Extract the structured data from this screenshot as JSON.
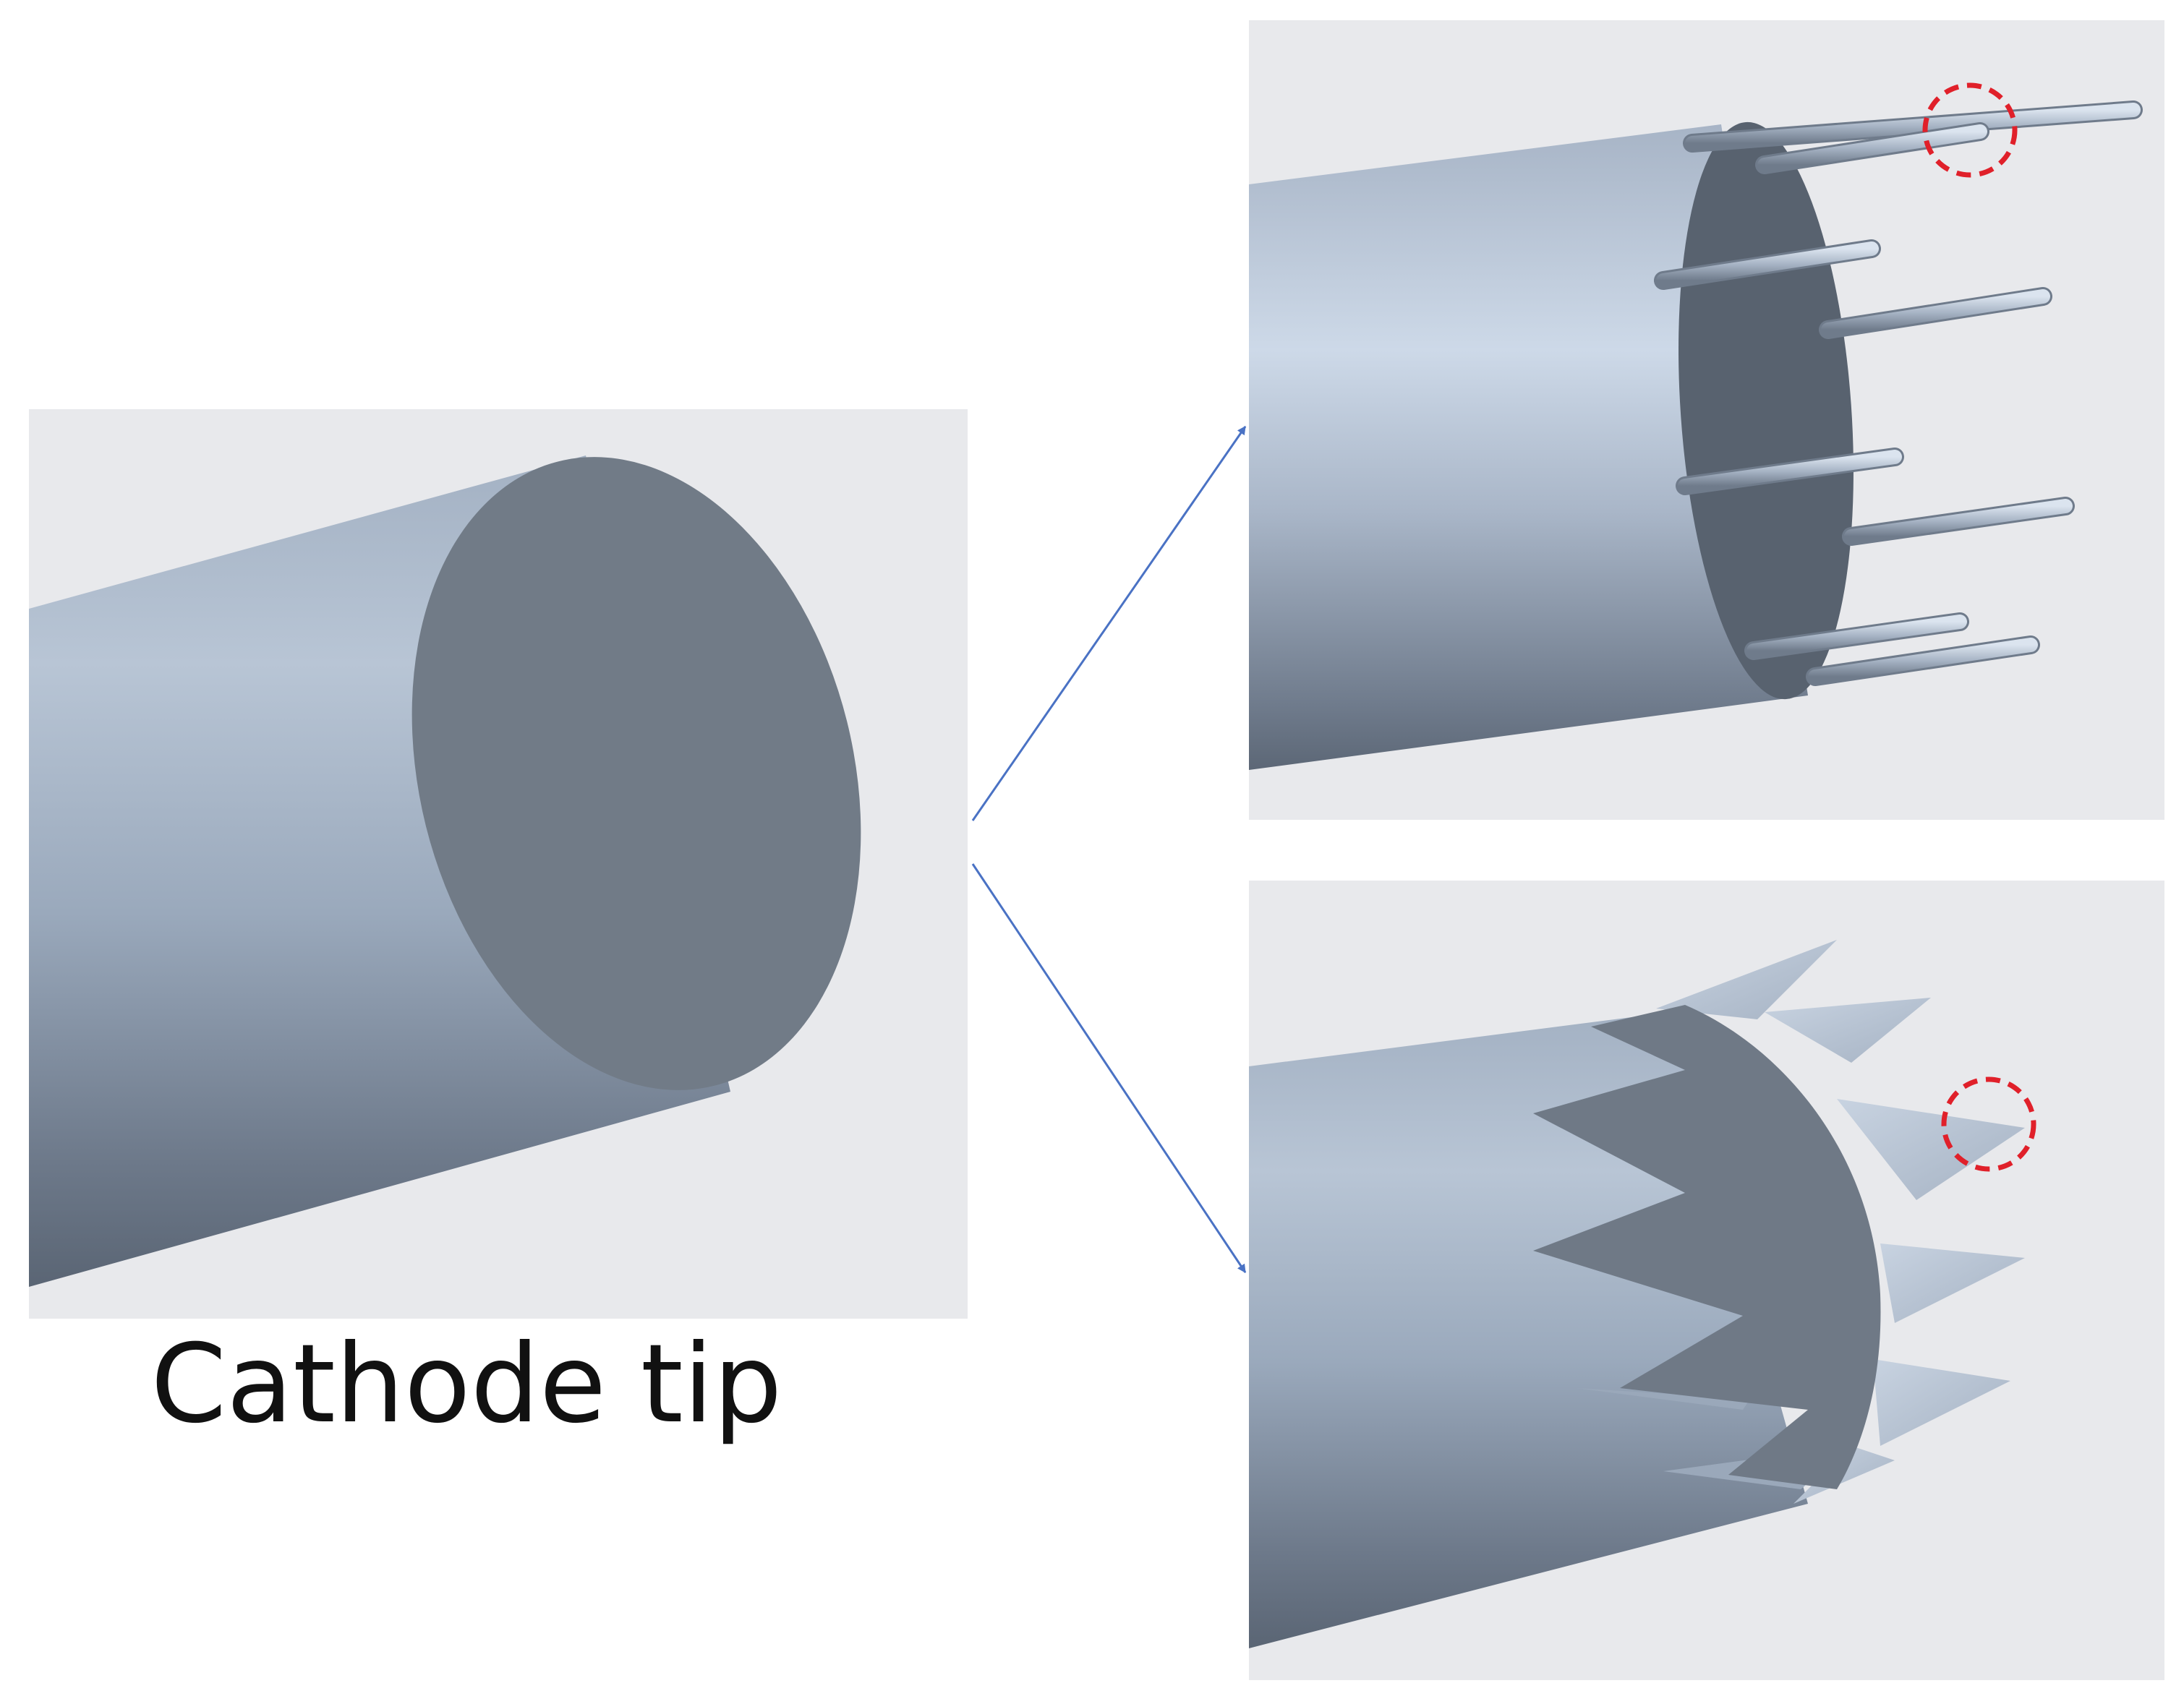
{
  "caption": "Cathode tip",
  "colors": {
    "panel_bg": "#e8e9ec",
    "cylinder_light": "#c9d4e2",
    "cylinder_mid": "#a7b5c7",
    "cylinder_dark": "#5d6878",
    "end_face": "#707a86",
    "hollow_inside": "#596370",
    "arrow": "#4a72c4",
    "highlight_circle": "#e0202a"
  },
  "panels": [
    {
      "name": "solid-cathode-tip-panel"
    },
    {
      "name": "rod-array-cathode-panel"
    },
    {
      "name": "serrated-cathode-panel"
    }
  ],
  "arrows": [
    {
      "name": "arrow-to-rod-array"
    },
    {
      "name": "arrow-to-serrated"
    }
  ]
}
